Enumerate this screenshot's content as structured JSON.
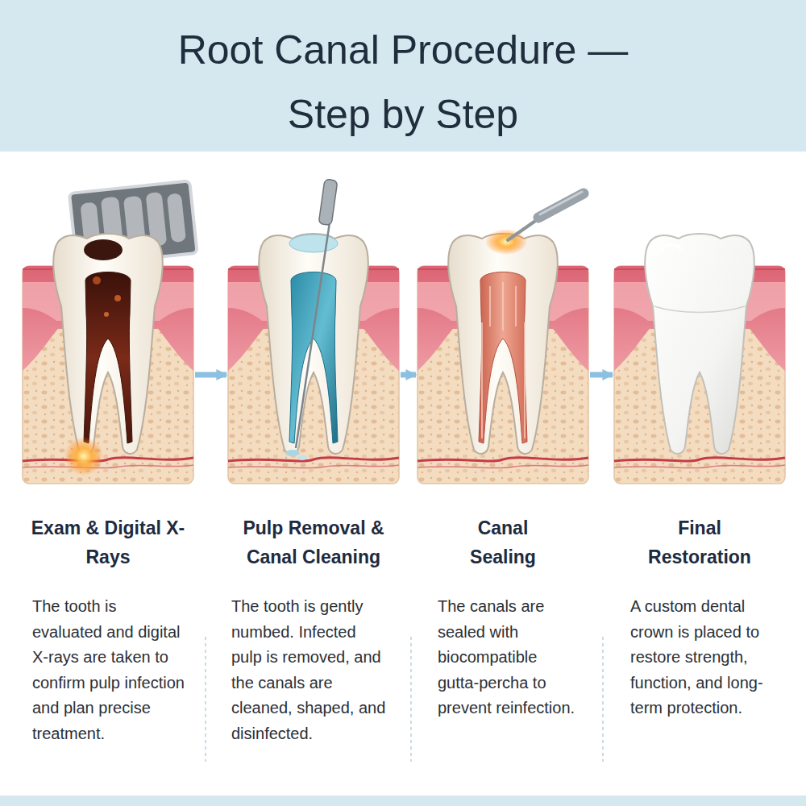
{
  "diagram": {
    "title": "Root Canal Procedure — Step by Step",
    "nodes": [
      {
        "text": [
          "Exam & Digital X-Rays",
          "The tooth is evaluated and digital X-rays are taken to confirm pulp infection and plan precise treatment."
        ]
      },
      {
        "text": [
          "Pulp Removal & Canal Cleaning",
          "The tooth is gently numbed. Infected pulp is removed, and the canals are cleaned, shaped, and disinfected."
        ]
      },
      {
        "text": [
          "Canal Sealing",
          "The canals are sealed with biocompatible gutta-percha to prevent reinfection."
        ]
      },
      {
        "text": [
          "Final Restoration",
          "A custom dental crown is placed to restore strength, function, and long-term protection."
        ]
      }
    ],
    "edges": [
      {
        "from": 0,
        "to": 1,
        "arrow": "to"
      },
      {
        "from": 1,
        "to": 2,
        "arrow": "to"
      },
      {
        "from": 2,
        "to": 3,
        "arrow": "to"
      }
    ]
  }
}
